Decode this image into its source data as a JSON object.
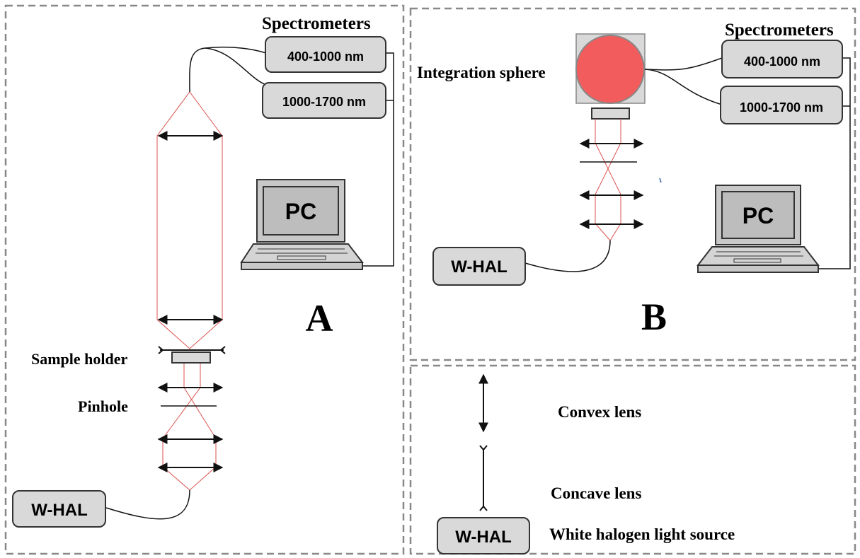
{
  "panel_a": {
    "letter": "A",
    "spectrometers_title": "Spectrometers",
    "spectrometer_1": "400-1000 nm",
    "spectrometer_2": "1000-1700 nm",
    "pc": "PC",
    "sample_holder": "Sample holder",
    "pinhole": "Pinhole",
    "light_source": "W-HAL"
  },
  "panel_b": {
    "letter": "B",
    "spectrometers_title": "Spectrometers",
    "spectrometer_1": "400-1000 nm",
    "spectrometer_2": "1000-1700 nm",
    "integration_sphere": "Integration sphere",
    "pc": "PC",
    "light_source": "W-HAL"
  },
  "legend": {
    "convex": "Convex lens",
    "concave": "Concave lens",
    "whal_box": "W-HAL",
    "whal_desc": "White halogen light source"
  },
  "colors": {
    "sphere": "#f25c5c",
    "ray": "#d9534f",
    "box": "#d9d9d9"
  }
}
